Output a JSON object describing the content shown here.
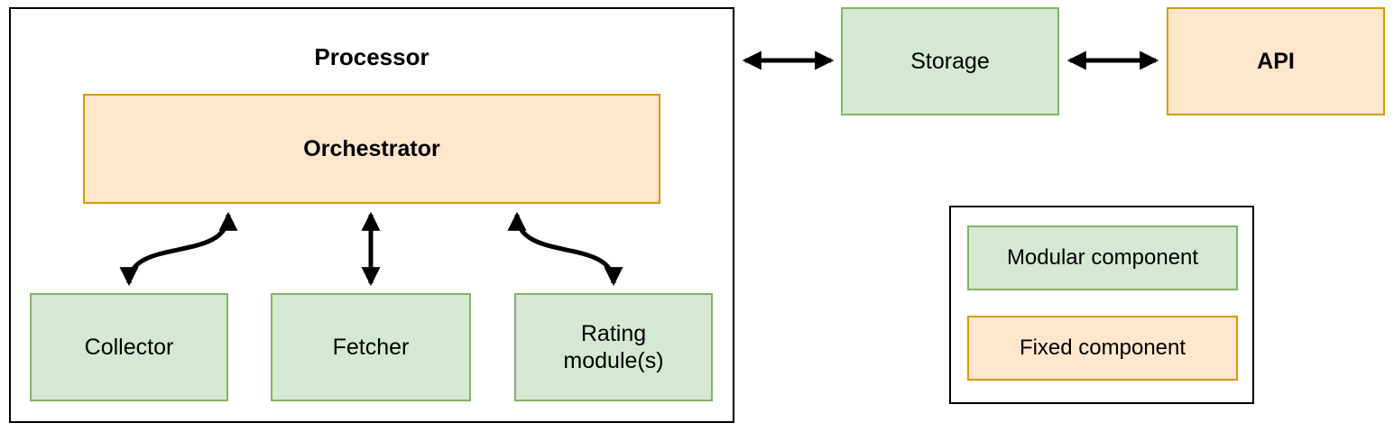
{
  "diagram": {
    "processor_label": "Processor",
    "orchestrator_label": "Orchestrator",
    "collector_label": "Collector",
    "fetcher_label": "Fetcher",
    "rating_label": "Rating module(s)",
    "storage_label": "Storage",
    "api_label": "API",
    "legend": {
      "modular_label": "Modular component",
      "fixed_label": "Fixed component"
    },
    "colors": {
      "modular_fill": "#d5e8d4",
      "modular_border": "#82b366",
      "fixed_fill": "#ffe6cc",
      "fixed_border": "#d79b00",
      "outline": "#000000"
    }
  }
}
